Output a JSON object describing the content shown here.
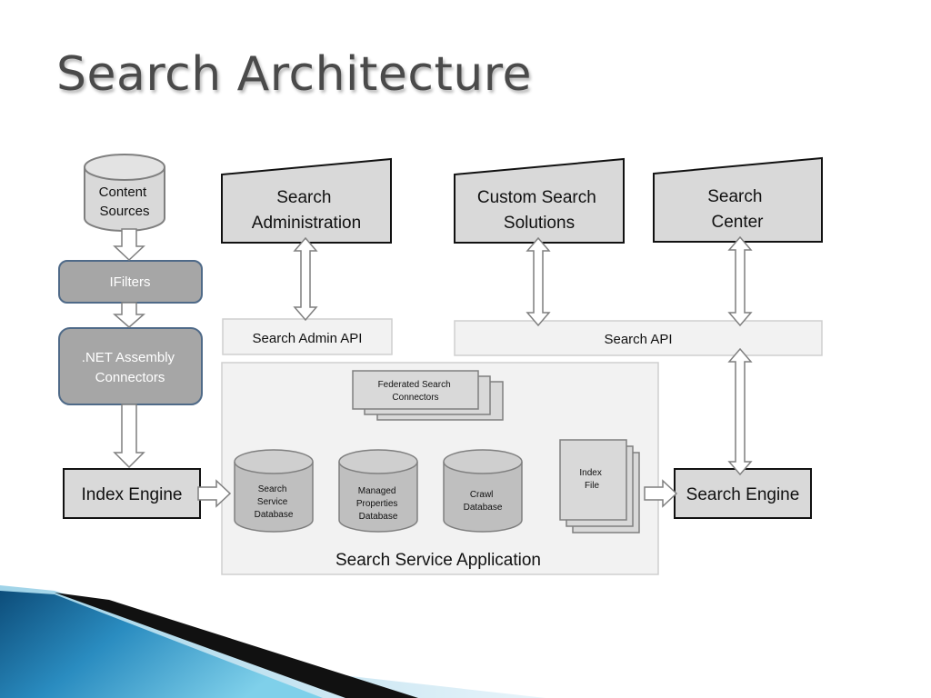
{
  "title": "Search Architecture",
  "nodes": {
    "content_sources": [
      "Content",
      "Sources"
    ],
    "ifilters": "IFilters",
    "net_connectors": [
      ".NET Assembly",
      "Connectors"
    ],
    "index_engine": "Index Engine",
    "search_administration": [
      "Search",
      "Administration"
    ],
    "custom_search_solutions": [
      "Custom Search",
      "Solutions"
    ],
    "search_center": [
      "Search",
      "Center"
    ],
    "search_admin_api": "Search Admin API",
    "search_api": "Search API",
    "federated_search_connectors": [
      "Federated Search",
      "Connectors"
    ],
    "search_service_database": [
      "Search",
      "Service",
      "Database"
    ],
    "managed_properties_database": [
      "Managed",
      "Properties",
      "Database"
    ],
    "crawl_database": [
      "Crawl",
      "Database"
    ],
    "index_file": [
      "Index",
      "File"
    ],
    "search_engine": "Search Engine",
    "search_service_application": "Search Service Application"
  },
  "colors": {
    "box_fill": "#d9d9d9",
    "dark_box_fill": "#a6a6a6",
    "dark_box_stroke": "#4f6a88",
    "api_fill": "#f2f2f2",
    "panel_fill": "#f2f2f2",
    "accent_blue": "#1a7fb0"
  }
}
